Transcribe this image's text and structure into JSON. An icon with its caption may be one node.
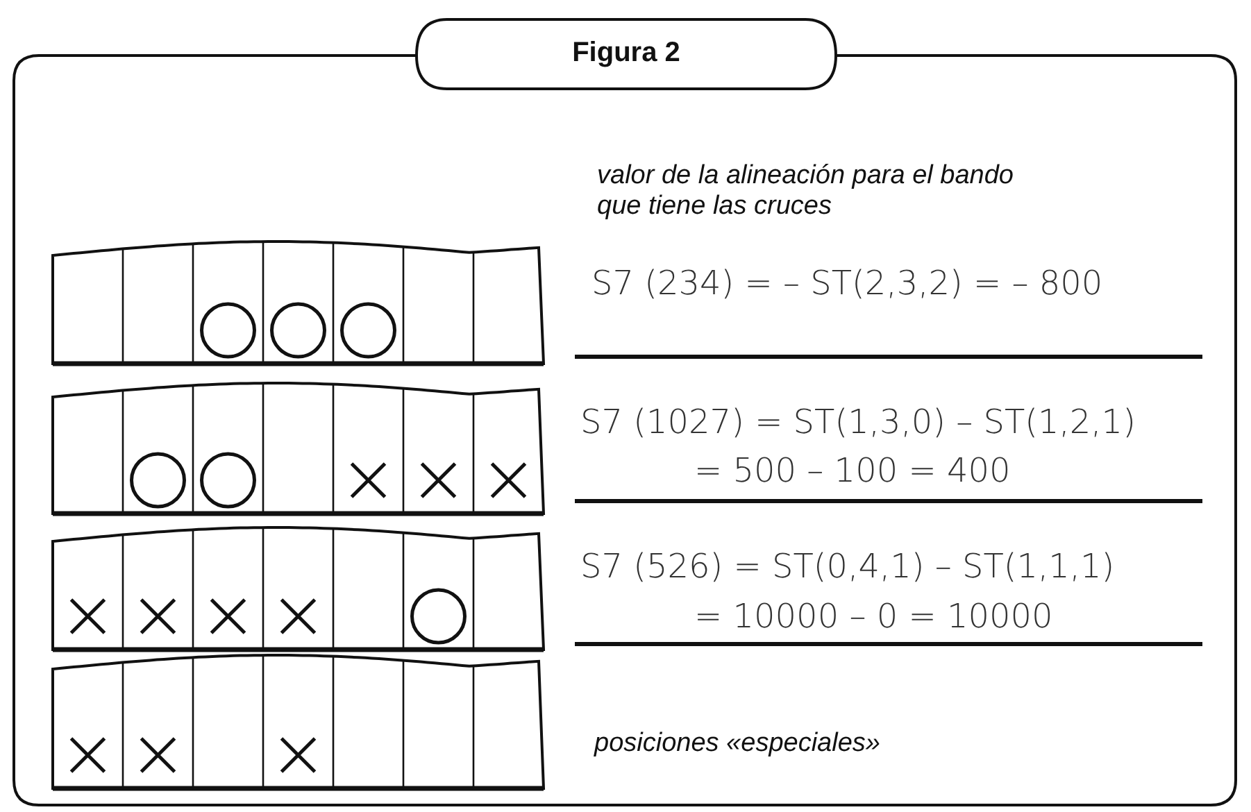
{
  "diagram": {
    "title": "Figura 2",
    "labels": [
      "valor de la alineación para el bando que tiene las cruces",
      "S7 (234) = – ST(2,3,2) = – 800",
      "S7 (1027) = ST(1,3,0) – ST(1,2,1)",
      "= 500 – 100 = 400",
      "S7 (526) = ST(0,4,1) – ST(1,1,1)",
      "= 10000 – 0 = 10000",
      "posiciones «especiales»"
    ]
  }
}
